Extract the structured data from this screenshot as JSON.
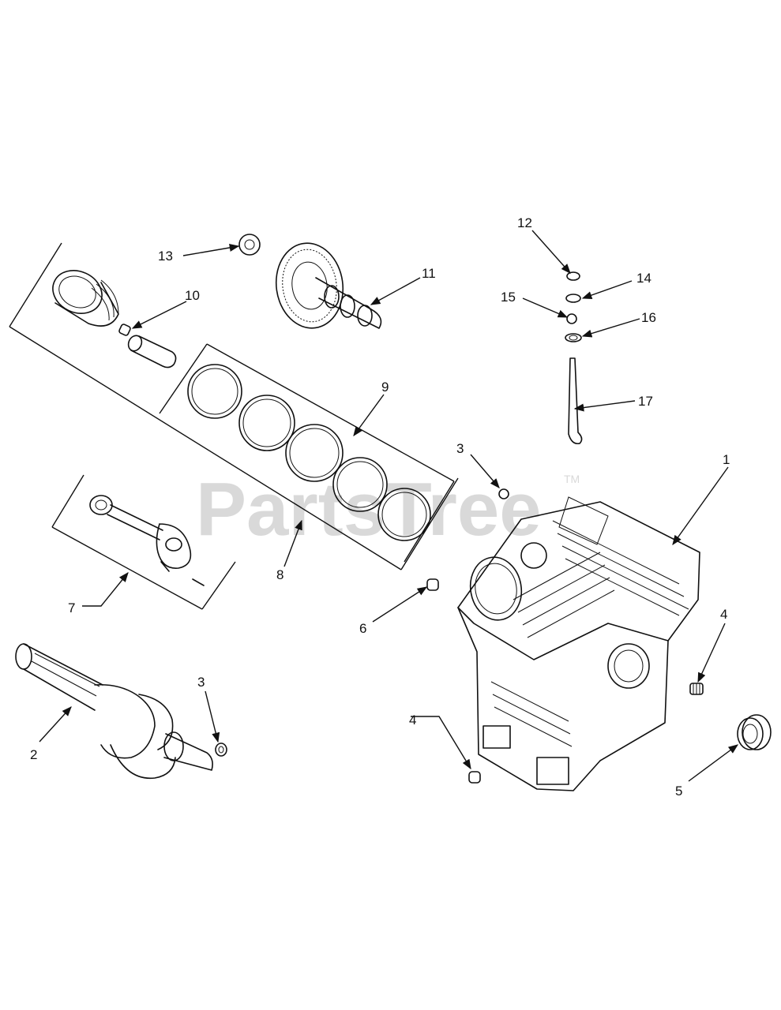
{
  "watermark": {
    "text": "PartsTree",
    "tm": "TM"
  },
  "callouts": {
    "c1": "1",
    "c2": "2",
    "c3a": "3",
    "c3b": "3",
    "c4a": "4",
    "c4b": "4",
    "c5": "5",
    "c6": "6",
    "c7": "7",
    "c8": "8",
    "c9": "9",
    "c10": "10",
    "c11": "11",
    "c12": "12",
    "c13": "13",
    "c14": "14",
    "c15": "15",
    "c16": "16",
    "c17": "17"
  }
}
